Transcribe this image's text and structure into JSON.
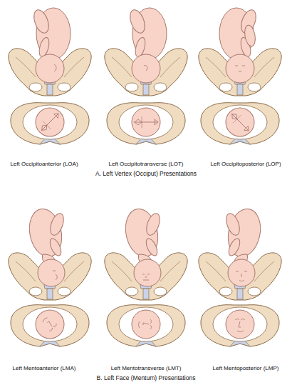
{
  "diagram": {
    "labels": [
      "Left Occipitoanterior (LOA)",
      "Left Occipitotransverse (LOT)",
      "Left Occipitoposterior (LOP)",
      "A. Left Vertex (Occiput) Presentations",
      "Left Mentoanterior (LMA)",
      "Left Mentotransverse (LMT)",
      "Left Mentoposterior (LMP)",
      "B. Left Face (Mentum) Presentations"
    ]
  }
}
